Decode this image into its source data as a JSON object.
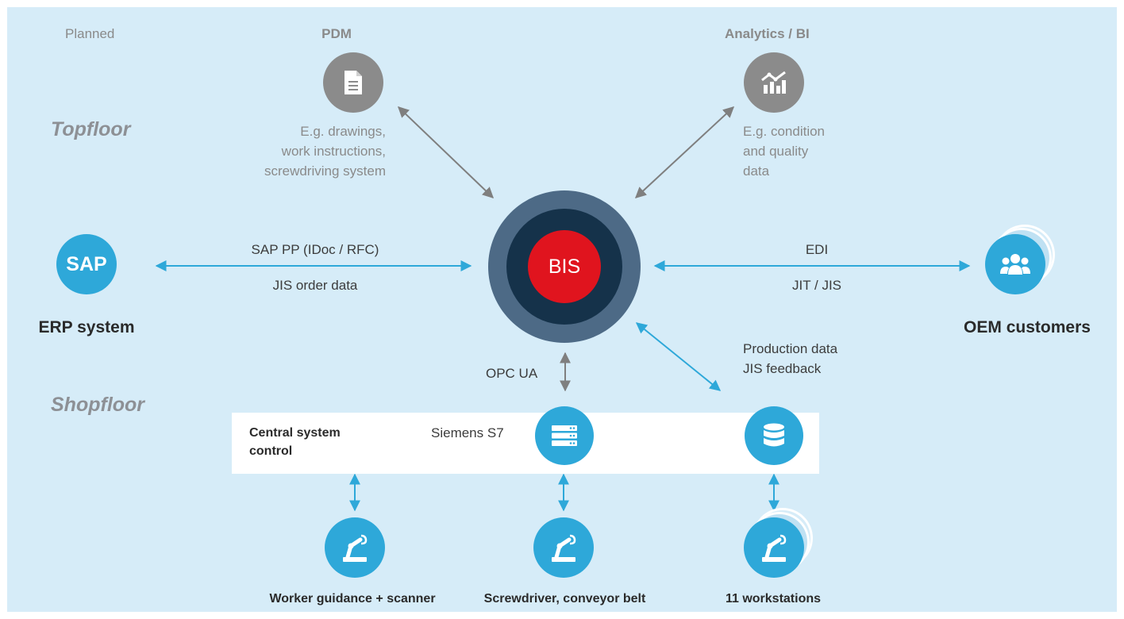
{
  "status_label": "Planned",
  "topfloor_label": "Topfloor",
  "shopfloor_label": "Shopfloor",
  "pdm": {
    "title": "PDM",
    "description": "E.g. drawings,\nwork instructions,\nscrewdriving system",
    "icon": "document-icon"
  },
  "analytics": {
    "title": "Analytics / BI",
    "description": "E.g. condition\nand quality\ndata",
    "icon": "chart-icon"
  },
  "erp": {
    "logo_text": "SAP",
    "label": "ERP system",
    "link_top": "SAP PP (IDoc / RFC)",
    "link_bottom": "JIS order data"
  },
  "bis": {
    "label": "BIS"
  },
  "oem": {
    "label": "OEM customers",
    "link_top": "EDI",
    "link_bottom": "JIT / JIS",
    "icon": "users-icon"
  },
  "opc_label": "OPC UA",
  "production_label": "Production data\nJIS feedback",
  "central": {
    "label": "Central system\ncontrol",
    "siemens_label": "Siemens S7"
  },
  "devices": [
    {
      "label": "Worker guidance + scanner",
      "icon": "robot-arm-icon"
    },
    {
      "label": "Screwdriver, conveyor belt",
      "icon": "robot-arm-icon"
    },
    {
      "label": "11 workstations",
      "icon": "robot-arm-icon"
    }
  ],
  "colors": {
    "background": "#d6ecf8",
    "accent_blue": "#2ea8d9",
    "bis_red": "#e0141e",
    "bis_ring_outer": "#4d6a86",
    "bis_ring_inner": "#15324a",
    "grey_icon": "#8b8b8b"
  }
}
